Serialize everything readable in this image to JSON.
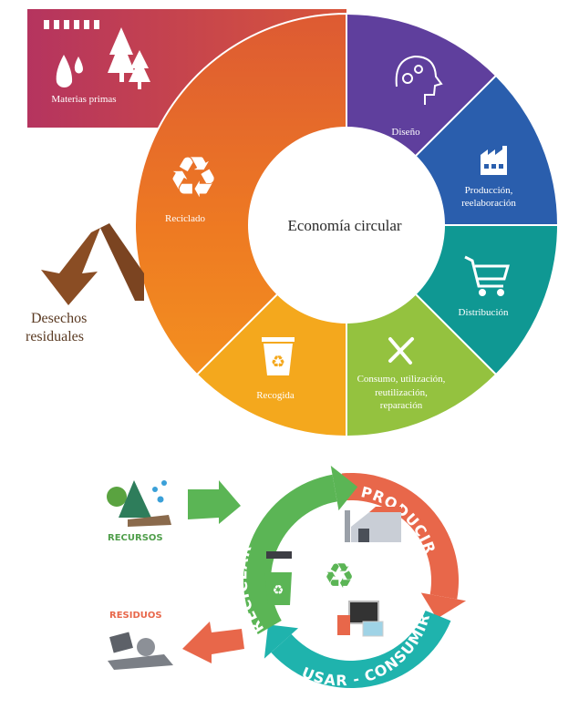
{
  "top_diagram": {
    "center_label": "Economía circular",
    "raw_materials": "Materias primas",
    "segments": [
      {
        "label": "Diseño",
        "color": "#5f3f9d"
      },
      {
        "label": "Producción,",
        "label2": "reelaboración",
        "color": "#2a5ead"
      },
      {
        "label": "Distribución",
        "color": "#0f9893"
      },
      {
        "label": "Consumo, utilización,",
        "label2": "reutilización,",
        "label3": "reparación",
        "color": "#94c23f"
      },
      {
        "label": "Recogida",
        "color": "#f4a81d"
      },
      {
        "label": "Reciclado",
        "color": "#ec7424"
      }
    ],
    "waste_label_1": "Desechos",
    "waste_label_2": "residuales"
  },
  "bottom_diagram": {
    "producir": "PRODUCIR",
    "usar_consumir": "USAR - CONSUMIR",
    "reciclar": "RECICLAR",
    "recursos": "RECURSOS",
    "residuos": "RESIDUOS",
    "colors": {
      "orange": "#e8674a",
      "teal": "#1fb3ad",
      "green": "#5bb555"
    }
  }
}
